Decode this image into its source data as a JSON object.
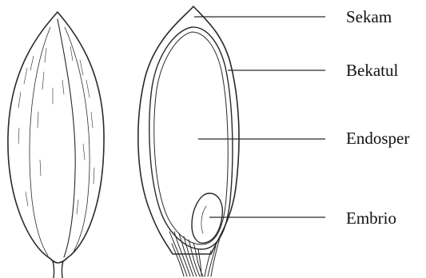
{
  "diagram": {
    "labels": [
      {
        "id": "sekam",
        "text": "Sekam"
      },
      {
        "id": "bekatul",
        "text": "Bekatul"
      },
      {
        "id": "endosper",
        "text": "Endosper"
      },
      {
        "id": "embrio",
        "text": "Embrio"
      }
    ],
    "colors": {
      "stroke": "#2a2a2a",
      "background": "#ffffff",
      "text": "#111111"
    }
  }
}
